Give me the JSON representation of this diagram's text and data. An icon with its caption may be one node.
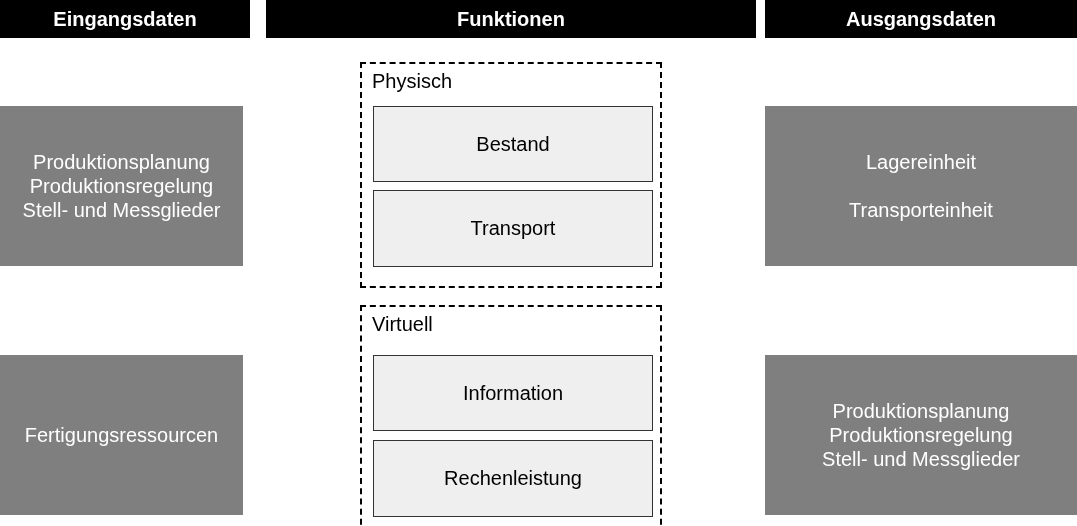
{
  "diagram": {
    "nodes": [
      {
        "text": [
          "Eingangsdaten"
        ]
      },
      {
        "text": [
          "Funktionen"
        ]
      },
      {
        "text": [
          "Ausgangsdaten"
        ]
      },
      {
        "text": [
          "Produktionsplanung",
          "Produktionsregelung",
          "Stell- und Messglieder"
        ]
      },
      {
        "text": [
          "Physisch"
        ]
      },
      {
        "text": [
          "Bestand"
        ],
        "in": 4
      },
      {
        "text": [
          "Transport"
        ],
        "in": 4
      },
      {
        "text": [
          "Lagereinheit",
          "Transporteinheit"
        ]
      },
      {
        "text": [
          "Fertigungsressourcen"
        ]
      },
      {
        "text": [
          "Virtuell"
        ]
      },
      {
        "text": [
          "Information"
        ],
        "in": 9
      },
      {
        "text": [
          "Rechenleistung"
        ],
        "in": 9
      },
      {
        "text": [
          "Produktionsplanung",
          "Produktionsregelung",
          "Stell- und Messglieder"
        ]
      }
    ]
  }
}
